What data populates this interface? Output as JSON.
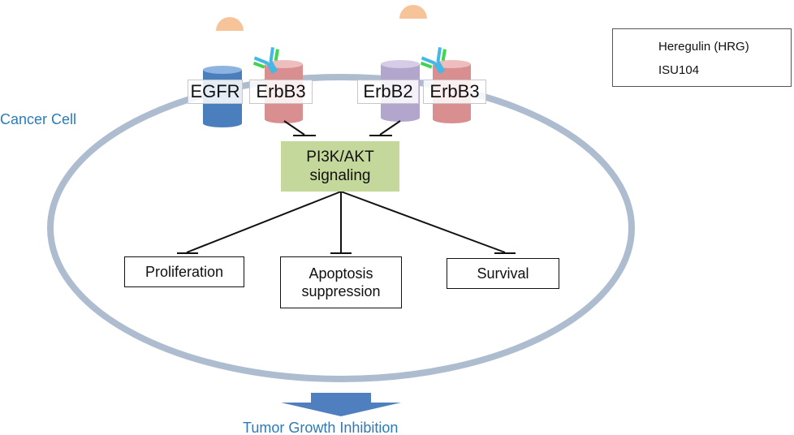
{
  "cell_label": "Cancer Cell",
  "outcome_label": "Tumor Growth Inhibition",
  "receptors": {
    "egfr": "EGFR",
    "erbb3_left": "ErbB3",
    "erbb2": "ErbB2",
    "erbb3_right": "ErbB3"
  },
  "signaling": {
    "line1": "PI3K/AKT",
    "line2": "signaling"
  },
  "outcomes": {
    "proliferation": "Proliferation",
    "apoptosis_line1": "Apoptosis",
    "apoptosis_line2": "suppression",
    "survival": "Survival"
  },
  "legend": {
    "heregulin": "Heregulin (HRG)",
    "isu104": "ISU104"
  },
  "colors": {
    "membrane": "#adbccf",
    "egfr": "#4a7ebd",
    "erbb3": "#d98f8f",
    "erbb2": "#b3a6cc",
    "heregulin": "#f7c49a",
    "signaling_box": "#c5d89b",
    "arrow": "#4f7fbf",
    "antibody_blue": "#42b8e6",
    "antibody_green": "#3ed64e",
    "blue_text": "#2c7bb9"
  }
}
